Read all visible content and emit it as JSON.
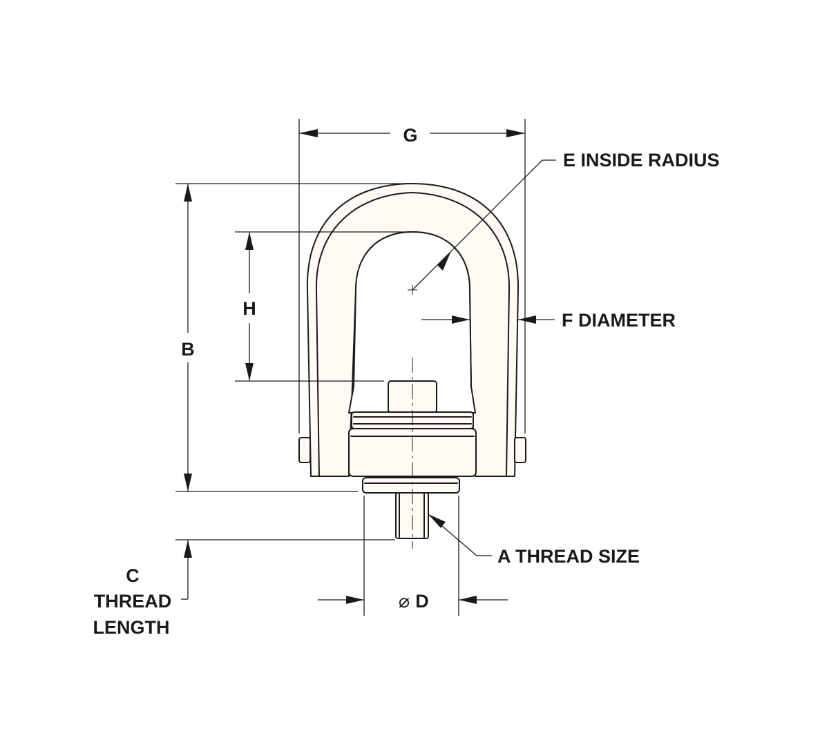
{
  "labels": {
    "g": "G",
    "e": "E INSIDE RADIUS",
    "f": "F DIAMETER",
    "h": "H",
    "b": "B",
    "a": "A THREAD SIZE",
    "c": "C",
    "c_line2": "THREAD",
    "c_line3": "LENGTH",
    "d": "D",
    "d_symbol": "⌀"
  },
  "colors": {
    "line": "#1a1a1a",
    "part_fill": "#fdfbf3",
    "background": "#ffffff"
  }
}
